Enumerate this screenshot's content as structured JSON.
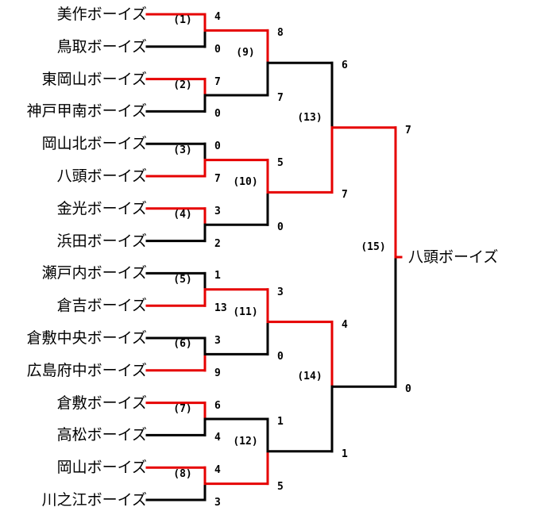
{
  "colors": {
    "win": "#e60000",
    "lose": "#000000"
  },
  "teams": [
    {
      "name": "美作ボーイズ"
    },
    {
      "name": "鳥取ボーイズ"
    },
    {
      "name": "東岡山ボーイズ"
    },
    {
      "name": "神戸甲南ボーイズ"
    },
    {
      "name": "岡山北ボーイズ"
    },
    {
      "name": "八頭ボーイズ"
    },
    {
      "name": "金光ボーイズ"
    },
    {
      "name": "浜田ボーイズ"
    },
    {
      "name": "瀬戸内ボーイズ"
    },
    {
      "name": "倉吉ボーイズ"
    },
    {
      "name": "倉敷中央ボーイズ"
    },
    {
      "name": "広島府中ボーイズ"
    },
    {
      "name": "倉敷ボーイズ"
    },
    {
      "name": "高松ボーイズ"
    },
    {
      "name": "岡山ボーイズ"
    },
    {
      "name": "川之江ボーイズ"
    }
  ],
  "matches": [
    {
      "label": "(1)",
      "top_score": "4",
      "bottom_score": "0",
      "winner": "top"
    },
    {
      "label": "(2)",
      "top_score": "7",
      "bottom_score": "0",
      "winner": "top"
    },
    {
      "label": "(3)",
      "top_score": "0",
      "bottom_score": "7",
      "winner": "bottom"
    },
    {
      "label": "(4)",
      "top_score": "3",
      "bottom_score": "2",
      "winner": "top"
    },
    {
      "label": "(5)",
      "top_score": "1",
      "bottom_score": "13",
      "winner": "bottom"
    },
    {
      "label": "(6)",
      "top_score": "3",
      "bottom_score": "9",
      "winner": "bottom"
    },
    {
      "label": "(7)",
      "top_score": "6",
      "bottom_score": "4",
      "winner": "top"
    },
    {
      "label": "(8)",
      "top_score": "4",
      "bottom_score": "3",
      "winner": "top"
    },
    {
      "label": "(9)",
      "top_score": "8",
      "bottom_score": "7",
      "winner": "top"
    },
    {
      "label": "(10)",
      "top_score": "5",
      "bottom_score": "0",
      "winner": "top"
    },
    {
      "label": "(11)",
      "top_score": "3",
      "bottom_score": "0",
      "winner": "top"
    },
    {
      "label": "(12)",
      "top_score": "1",
      "bottom_score": "5",
      "winner": "bottom"
    },
    {
      "label": "(13)",
      "top_score": "6",
      "bottom_score": "7",
      "winner": "bottom"
    },
    {
      "label": "(14)",
      "top_score": "4",
      "bottom_score": "1",
      "winner": "top"
    },
    {
      "label": "(15)",
      "top_score": "7",
      "bottom_score": "0",
      "winner": "top"
    }
  ],
  "champion": "八頭ボーイズ"
}
